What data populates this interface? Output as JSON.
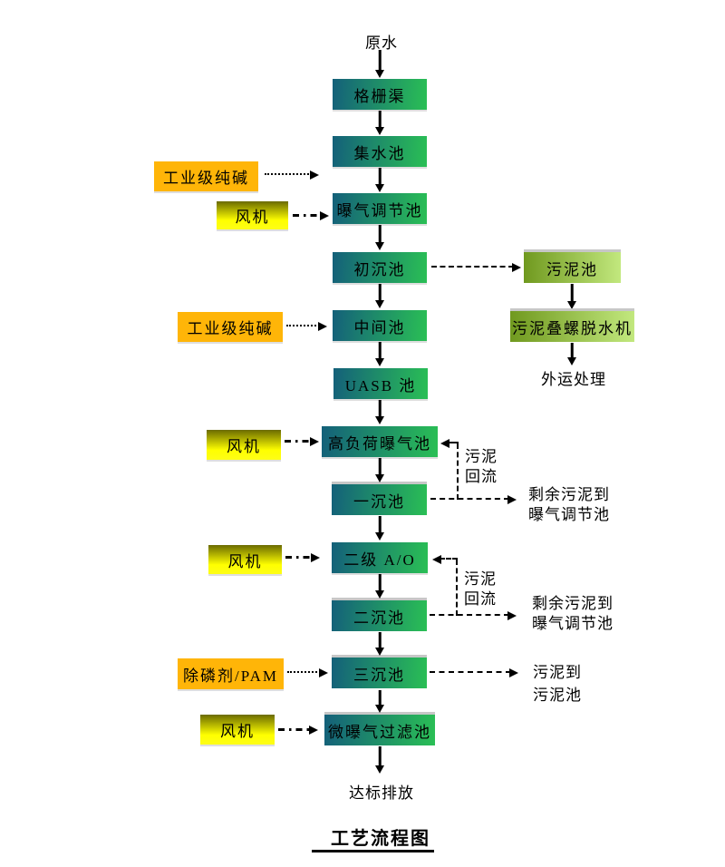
{
  "title": {
    "text": "工艺流程图"
  },
  "source": {
    "label": "原水"
  },
  "outlet": {
    "label": "达标排放"
  },
  "main_flow": [
    {
      "label": "格栅渠"
    },
    {
      "label": "集水池"
    },
    {
      "label": "曝气调节池"
    },
    {
      "label": "初沉池"
    },
    {
      "label": "中间池"
    },
    {
      "label": "UASB 池"
    },
    {
      "label": "高负荷曝气池"
    },
    {
      "label": "一沉池"
    },
    {
      "label": "二级 A/O"
    },
    {
      "label": "二沉池"
    },
    {
      "label": "三沉池"
    },
    {
      "label": "微曝气过滤池"
    }
  ],
  "chem_inputs": [
    {
      "label": "工业级纯碱"
    },
    {
      "label": "工业级纯碱"
    },
    {
      "label": "除磷剂/PAM"
    }
  ],
  "blowers": [
    {
      "label": "风机"
    },
    {
      "label": "风机"
    },
    {
      "label": "风机"
    },
    {
      "label": "风机"
    }
  ],
  "sludge_line": {
    "tank_label": "污泥池",
    "dewatering_label": "污泥叠螺脱水机",
    "disposal_label": "外运处理"
  },
  "return_loops": [
    {
      "loop_label_line1": "污泥",
      "loop_label_line2": "回流",
      "dest_line1": "剩余污泥到",
      "dest_line2": "曝气调节池"
    },
    {
      "loop_label_line1": "污泥",
      "loop_label_line2": "回流",
      "dest_line1": "剩余污泥到",
      "dest_line2": "曝气调节池"
    }
  ],
  "third_tank_branch": {
    "dest_line1": "污泥到",
    "dest_line2": "污泥池"
  },
  "colors": {
    "flow_box_left": "#14607a",
    "flow_box_right": "#2abf55",
    "sludge_box_left": "#70991f",
    "sludge_box_right": "#c2e87e",
    "chem_box": "#ffb508",
    "blower_box_top": "#6b6b00",
    "blower_box_bottom": "#ffff00",
    "line_color": "#000000"
  }
}
